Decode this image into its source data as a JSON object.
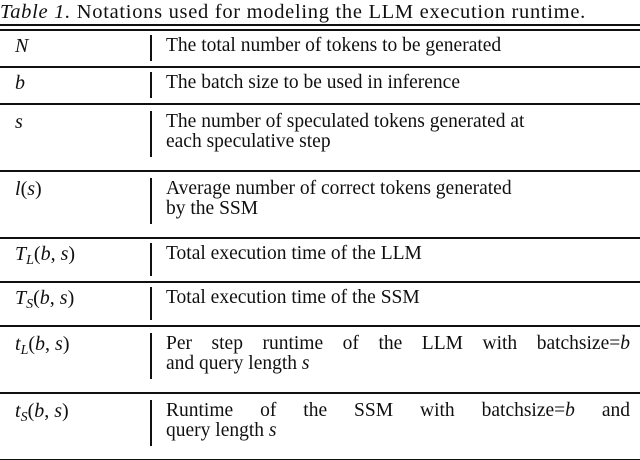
{
  "title": {
    "label": "Table 1.",
    "text": "Notations used for modeling the LLM execution runtime."
  },
  "colors": {
    "ink": "#101010",
    "background": "#ffffff"
  },
  "rows": [
    {
      "symbol": {
        "main": "N"
      },
      "desc_lines": [
        {
          "pre": "The total number of tokens to be generated"
        }
      ]
    },
    {
      "symbol": {
        "main": "b"
      },
      "desc_lines": [
        {
          "pre": "The batch size to be used in inference"
        }
      ]
    },
    {
      "symbol": {
        "main": "s"
      },
      "desc_lines": [
        {
          "pre": "The number of speculated tokens generated at"
        },
        {
          "pre": "each speculative step"
        }
      ]
    },
    {
      "symbol": {
        "main": "l",
        "open": "(",
        "arg1": "s",
        "close": ")"
      },
      "desc_lines": [
        {
          "pre": "Average number of correct tokens generated"
        },
        {
          "pre": "by the SSM"
        }
      ]
    },
    {
      "symbol": {
        "main": "T",
        "sub": "L",
        "open": "(",
        "arg1": "b",
        "comma": ", ",
        "arg2": "s",
        "close": ")"
      },
      "desc_lines": [
        {
          "pre": "Total execution time of the LLM"
        }
      ]
    },
    {
      "symbol": {
        "main": "T",
        "sub": "S",
        "open": "(",
        "arg1": "b",
        "comma": ", ",
        "arg2": "s",
        "close": ")"
      },
      "desc_lines": [
        {
          "pre": "Total execution time of the SSM"
        }
      ]
    },
    {
      "symbol": {
        "main": "t",
        "sub": "L",
        "open": "(",
        "arg1": "b",
        "comma": ", ",
        "arg2": "s",
        "close": ")"
      },
      "desc_lines": [
        {
          "pre": "Per step runtime of the LLM with batchsize=",
          "math": "b"
        },
        {
          "pre": "and query length ",
          "math": "s"
        }
      ]
    },
    {
      "symbol": {
        "main": "t",
        "sub": "S",
        "open": "(",
        "arg1": "b",
        "comma": ", ",
        "arg2": "s",
        "close": ")"
      },
      "desc_lines": [
        {
          "pre": "Runtime of the SSM with batchsize=",
          "math": "b",
          "post": " and"
        },
        {
          "pre": "query length ",
          "math": "s"
        }
      ]
    }
  ]
}
